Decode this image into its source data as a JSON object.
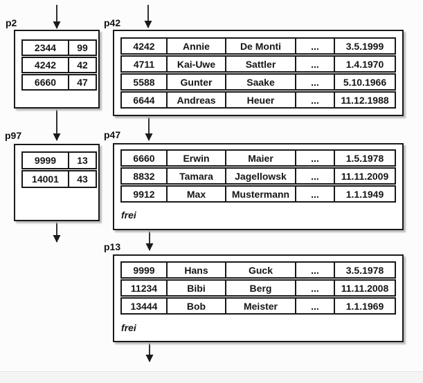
{
  "colors": {
    "background": "#fcfcfc",
    "page_fill": "#ffffff",
    "line": "#1a1a1a",
    "shadow": "#bcbcbc",
    "footer_band": "#f4f4f4"
  },
  "pages": {
    "p2": {
      "label": "p2",
      "rows": [
        [
          "2344",
          "99"
        ],
        [
          "4242",
          "42"
        ],
        [
          "6660",
          "47"
        ]
      ]
    },
    "p97": {
      "label": "p97",
      "rows": [
        [
          "9999",
          "13"
        ],
        [
          "14001",
          "43"
        ]
      ]
    },
    "p42": {
      "label": "p42",
      "rows": [
        [
          "4242",
          "Annie",
          "De Monti",
          "...",
          "3.5.1999"
        ],
        [
          "4711",
          "Kai-Uwe",
          "Sattler",
          "...",
          "1.4.1970"
        ],
        [
          "5588",
          "Gunter",
          "Saake",
          "...",
          "5.10.1966"
        ],
        [
          "6644",
          "Andreas",
          "Heuer",
          "...",
          "11.12.1988"
        ]
      ]
    },
    "p47": {
      "label": "p47",
      "rows": [
        [
          "6660",
          "Erwin",
          "Maier",
          "...",
          "1.5.1978"
        ],
        [
          "8832",
          "Tamara",
          "Jagellowsk",
          "...",
          "11.11.2009"
        ],
        [
          "9912",
          "Max",
          "Mustermann",
          "...",
          "1.1.1949"
        ]
      ],
      "free_label": "frei"
    },
    "p13": {
      "label": "p13",
      "rows": [
        [
          "9999",
          "Hans",
          "Guck",
          "...",
          "3.5.1978"
        ],
        [
          "11234",
          "Bibi",
          "Berg",
          "...",
          "11.11.2008"
        ],
        [
          "13444",
          "Bob",
          "Meister",
          "...",
          "1.1.1969"
        ]
      ],
      "free_label": "frei"
    }
  }
}
